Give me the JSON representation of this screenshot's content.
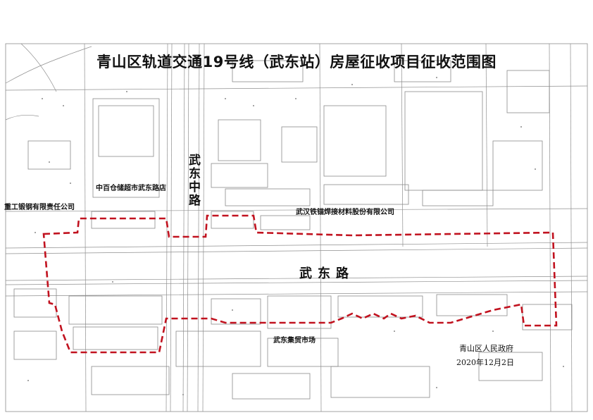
{
  "title": "青山区轨道交通19号线（武东站）房屋征收项目征收范围图",
  "colors": {
    "boundary": "#c1121f",
    "linework": "#7a7a7a",
    "building": "#9a9a9a",
    "label": "#111111"
  },
  "labels": {
    "road_main": "武东路",
    "road_vertical": "武东中路",
    "supermarket": "中百仓储超市武东路店",
    "heavy_forging": "重工锻钢有限责任公司",
    "welding_company": "武汉铁锚焊接材料股份有限公司",
    "market": "武东集贸市场"
  },
  "issuer": {
    "name": "青山区人民政府",
    "date": "2020年12月2日"
  }
}
